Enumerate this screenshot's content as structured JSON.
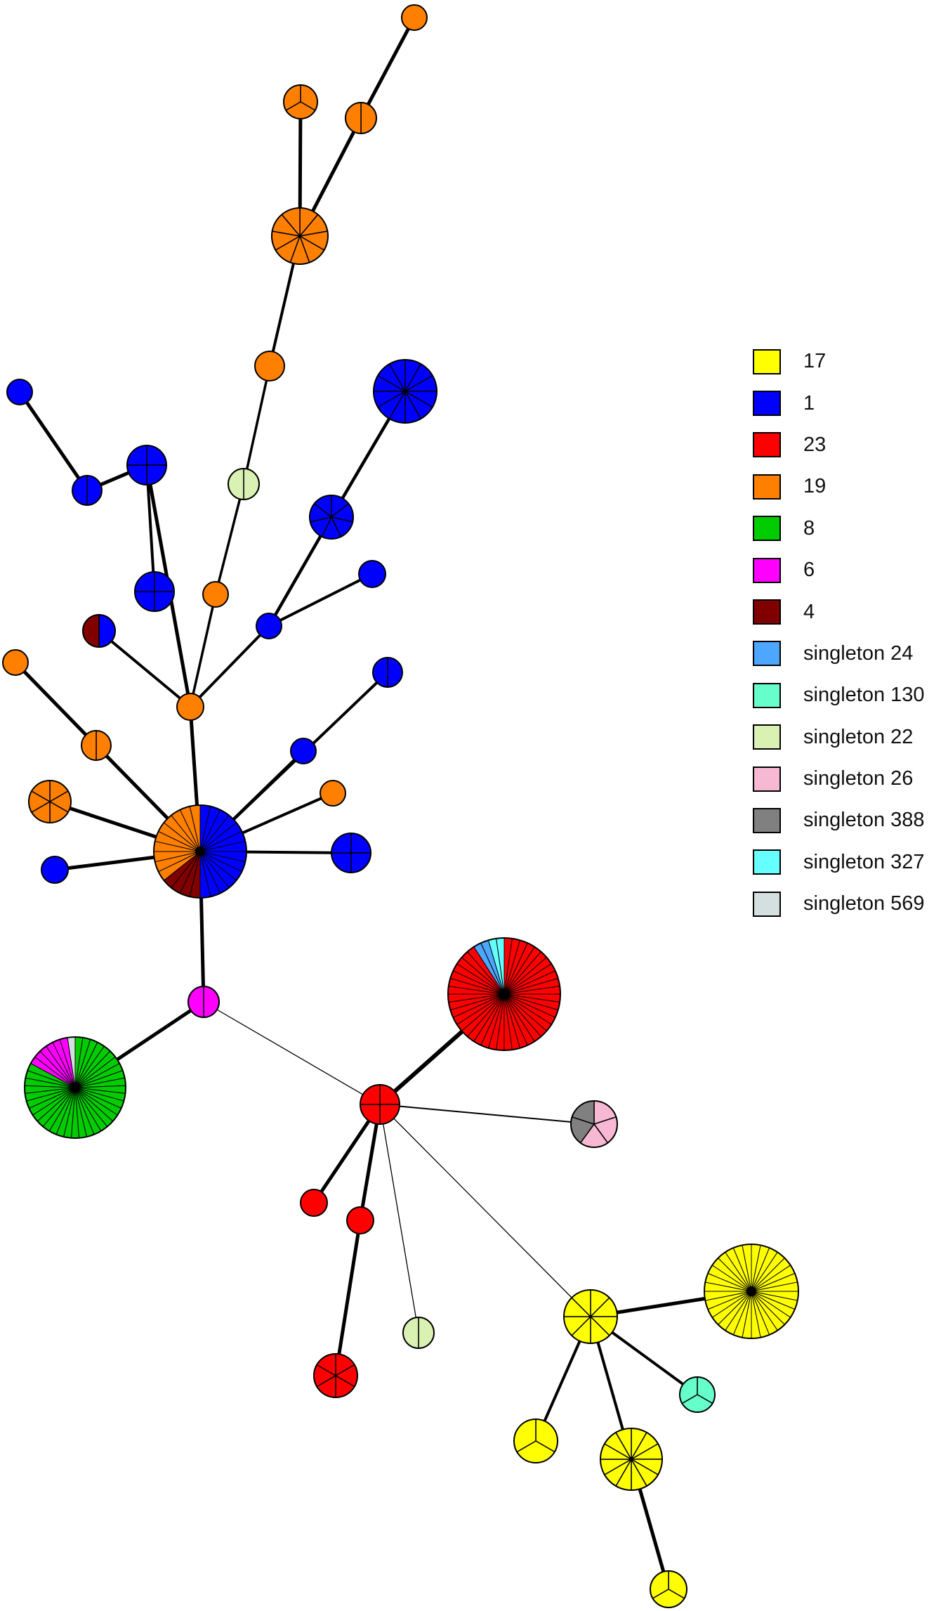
{
  "legend": [
    {
      "label": "17",
      "color": "#ffff00"
    },
    {
      "label": "1",
      "color": "#0000ff"
    },
    {
      "label": "23",
      "color": "#ff0000"
    },
    {
      "label": "19",
      "color": "#ff8000"
    },
    {
      "label": "8",
      "color": "#00cc00"
    },
    {
      "label": "6",
      "color": "#ff00ff"
    },
    {
      "label": "4",
      "color": "#800000"
    },
    {
      "label": "singleton 24",
      "color": "#4da6ff"
    },
    {
      "label": "singleton 130",
      "color": "#66ffcc"
    },
    {
      "label": "singleton 22",
      "color": "#d9f2b3"
    },
    {
      "label": "singleton 26",
      "color": "#f7b8d4"
    },
    {
      "label": "singleton 388",
      "color": "#808080"
    },
    {
      "label": "singleton 327",
      "color": "#66ffff"
    },
    {
      "label": "singleton 569",
      "color": "#d4e0e0"
    }
  ]
}
